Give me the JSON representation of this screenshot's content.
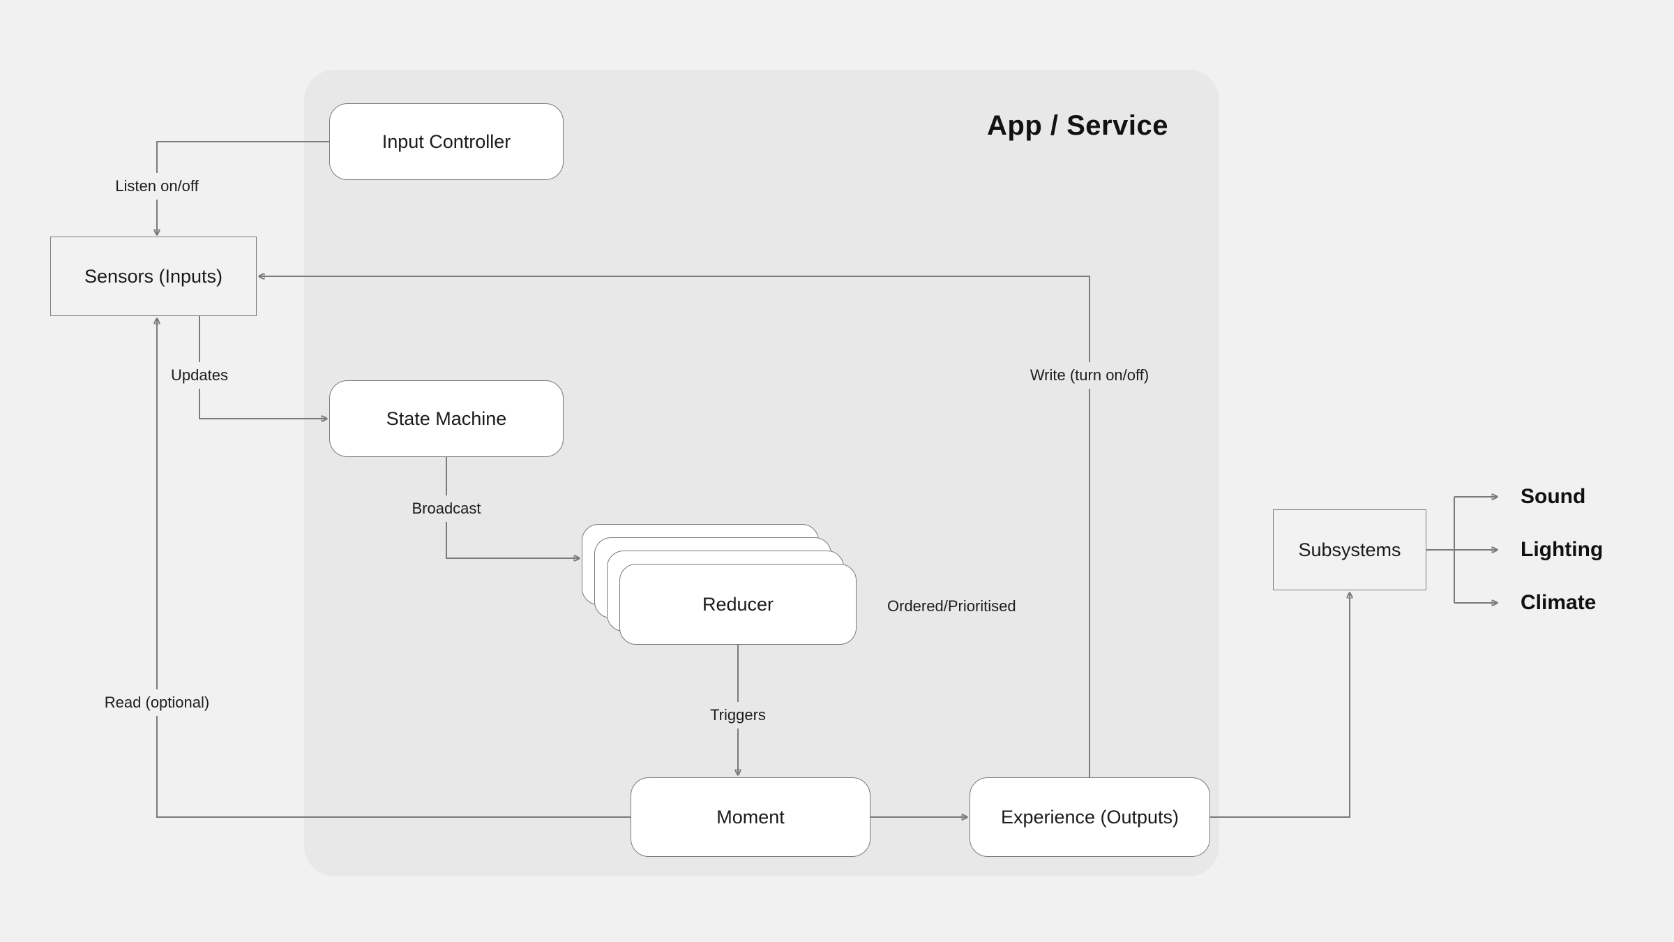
{
  "container": {
    "title": "App / Service"
  },
  "nodes": {
    "input_controller": {
      "label": "Input Controller"
    },
    "sensors": {
      "label": "Sensors (Inputs)"
    },
    "state_machine": {
      "label": "State Machine"
    },
    "reducer": {
      "label": "Reducer"
    },
    "moment": {
      "label": "Moment"
    },
    "experience": {
      "label": "Experience (Outputs)"
    },
    "subsystems": {
      "label": "Subsystems"
    }
  },
  "edge_labels": {
    "listen": "Listen on/off",
    "updates": "Updates",
    "broadcast": "Broadcast",
    "ordered": "Ordered/Prioritised",
    "triggers": "Triggers",
    "write": "Write (turn on/off)",
    "read": "Read (optional)"
  },
  "outputs": [
    {
      "label": "Sound"
    },
    {
      "label": "Lighting"
    },
    {
      "label": "Climate"
    }
  ],
  "colors": {
    "canvas_background": "#f1f1f1",
    "container_background": "#e8e8e8",
    "node_fill": "#ffffff",
    "muted_node_fill": "#f2f2f2",
    "stroke": "#7a7a7a",
    "text": "#1a1a1a"
  }
}
